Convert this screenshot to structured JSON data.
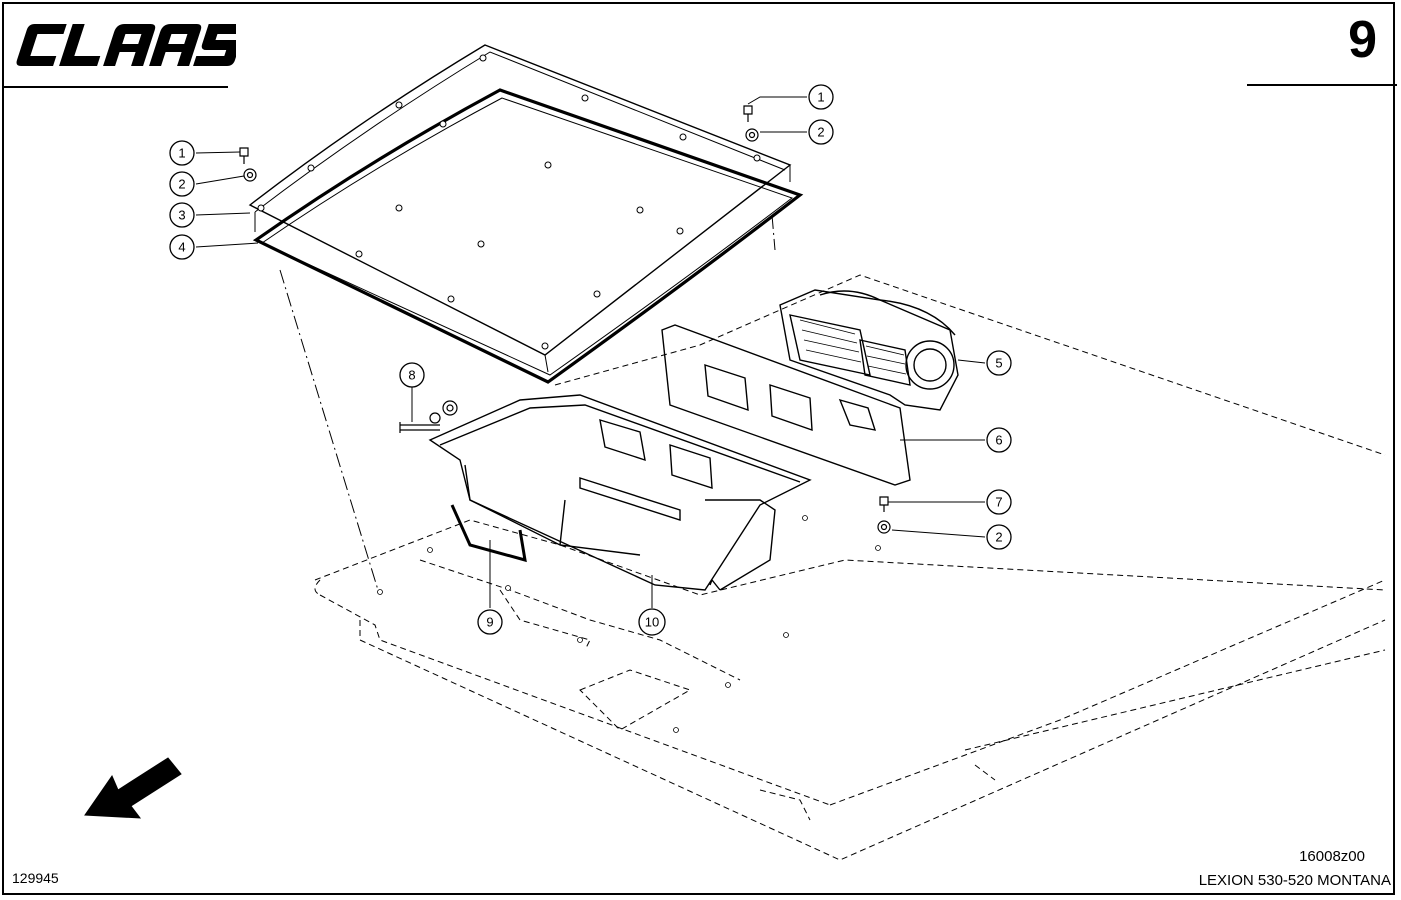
{
  "header": {
    "brand": "CLAAS",
    "page_number": "9"
  },
  "footer": {
    "figure_code": "16008z00",
    "model": "LEXION 530-520 MONTANA",
    "drawing_number": "129945"
  },
  "callouts": [
    {
      "id": "c1a",
      "label": "1"
    },
    {
      "id": "c2a",
      "label": "2"
    },
    {
      "id": "c3",
      "label": "3"
    },
    {
      "id": "c4",
      "label": "4"
    },
    {
      "id": "c1b",
      "label": "1"
    },
    {
      "id": "c2b",
      "label": "2"
    },
    {
      "id": "c5",
      "label": "5"
    },
    {
      "id": "c6",
      "label": "6"
    },
    {
      "id": "c7",
      "label": "7"
    },
    {
      "id": "c2c",
      "label": "2"
    },
    {
      "id": "c8",
      "label": "8"
    },
    {
      "id": "c9",
      "label": "9"
    },
    {
      "id": "c10",
      "label": "10"
    }
  ]
}
